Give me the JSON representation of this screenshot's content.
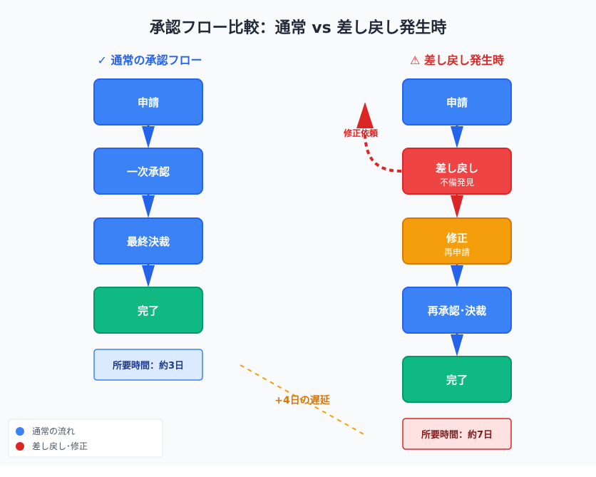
{
  "title": "承認フロー比較：通常 vs 差し戻し発生時",
  "normal": {
    "header": "✓ 通常の承認フロー",
    "steps": [
      {
        "label": "申請",
        "kind": "blue"
      },
      {
        "label": "一次承認",
        "kind": "blue"
      },
      {
        "label": "最終決裁",
        "kind": "blue"
      },
      {
        "label": "完了",
        "kind": "green"
      }
    ],
    "time": "所要時間：約3日"
  },
  "rework": {
    "header": "⚠ 差し戻し発生時",
    "steps": [
      {
        "label": "申請",
        "kind": "blue"
      },
      {
        "label": "差し戻し",
        "sub": "不備発見",
        "kind": "red"
      },
      {
        "label": "修正",
        "sub": "再申請",
        "kind": "orange"
      },
      {
        "label": "再承認･決裁",
        "kind": "blue"
      },
      {
        "label": "完了",
        "kind": "green"
      }
    ],
    "time": "所要時間：約7日",
    "loop_label": "修正依頼"
  },
  "delay_label": "+4日の遅延",
  "legend": [
    {
      "label": "通常の流れ",
      "color": "#3b82f6"
    },
    {
      "label": "差し戻し･修正",
      "color": "#dc2626"
    }
  ],
  "colors": {
    "blue": "#3b82f6",
    "blue_border": "#2563eb",
    "red": "#ef4444",
    "red_border": "#dc2626",
    "orange": "#f59e0b",
    "orange_border": "#d97706",
    "green": "#10b981",
    "green_border": "#059669"
  }
}
